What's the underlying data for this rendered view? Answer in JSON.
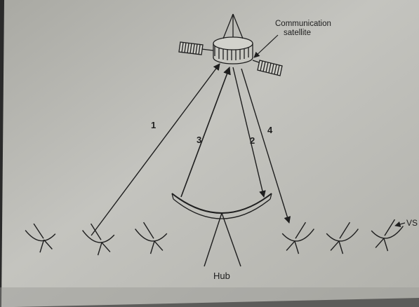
{
  "diagram": {
    "satellite_label_line1": "Communication",
    "satellite_label_line2": "satellite",
    "hub_label": "Hub",
    "vsat_label": "VS",
    "paths": [
      {
        "label": "1"
      },
      {
        "label": "2"
      },
      {
        "label": "3"
      },
      {
        "label": "4"
      }
    ]
  },
  "colors": {
    "paper": "#b9b9b4",
    "ink": "#1e1e1e",
    "background": "#2a2a2a"
  }
}
